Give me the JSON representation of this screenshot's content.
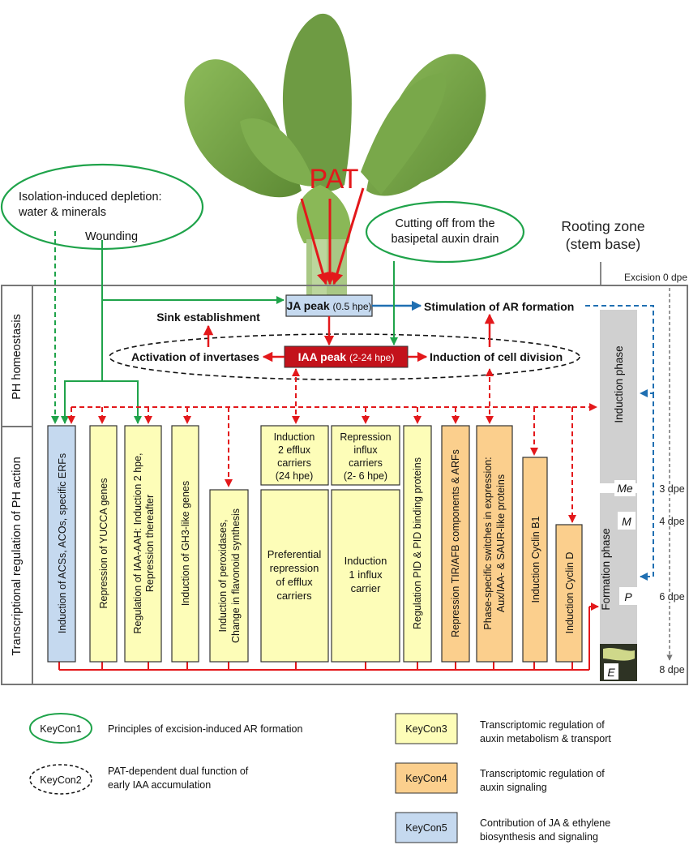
{
  "plant": {
    "pat_label": "PAT"
  },
  "header": {
    "rooting_zone": [
      "Rooting zone",
      "(stem base)"
    ],
    "excision": "Excision 0 dpe"
  },
  "keycon1_boxes": {
    "isolation": [
      "Isolation-induced depletion:",
      "water & minerals"
    ],
    "wounding": "Wounding",
    "cutting": [
      "Cutting off from the",
      "basipetal auxin drain"
    ]
  },
  "row_labels": {
    "ph_homeostasis": "PH homeostasis",
    "transcriptional": "Transcriptional regulation of PH action"
  },
  "homeostasis": {
    "ja_peak": "JA peak",
    "ja_peak_time": "(0.5 hpe)",
    "iaa_peak": "IAA peak",
    "iaa_peak_time": "(2-24 hpe)",
    "stimulation": "Stimulation of AR formation",
    "sink": "Sink establishment",
    "invertases": "Activation of invertases",
    "cell_division": "Induction of cell division"
  },
  "genes": [
    {
      "lines": [
        "Induction of ACSs, ACOs, specific ERFs"
      ],
      "keycon": "KeyCon5",
      "color": "#c5d9ef"
    },
    {
      "lines": [
        "Repression of YUCCA genes"
      ],
      "keycon": "KeyCon3",
      "color": "#fdfdb8"
    },
    {
      "lines": [
        "Regulation of IAA-AAH: Induction 2 hpe,",
        "Repression thereafter"
      ],
      "keycon": "KeyCon3",
      "color": "#fdfdb8"
    },
    {
      "lines": [
        "Induction of GH3-like genes"
      ],
      "keycon": "KeyCon3",
      "color": "#fdfdb8"
    },
    {
      "lines": [
        "Induction of peroxidases,",
        "Change in flavonoid synthesis"
      ],
      "keycon": "KeyCon3",
      "color": "#fdfdb8"
    },
    {
      "lines": [
        "Regulation PID & PID binding proteins"
      ],
      "keycon": "KeyCon3",
      "color": "#fdfdb8"
    },
    {
      "lines": [
        "Repression TIR/AFB components  &  ARFs"
      ],
      "keycon": "KeyCon4",
      "color": "#fbcf8d"
    },
    {
      "lines": [
        "Phase-specific switches in expression:",
        "Aux/IAA- & SAUR-like proteins"
      ],
      "keycon": "KeyCon4",
      "color": "#fbcf8d"
    },
    {
      "lines": [
        "Induction Cyclin B1"
      ],
      "keycon": "KeyCon4",
      "color": "#fbcf8d"
    },
    {
      "lines": [
        "Induction Cyclin D"
      ],
      "keycon": "KeyCon4",
      "color": "#fbcf8d"
    }
  ],
  "carriers": {
    "efflux_top": [
      "Induction",
      "2 efflux",
      "carriers",
      "(24 hpe)"
    ],
    "influx_top": [
      "Repression",
      "influx",
      "carriers",
      "(2- 6 hpe)"
    ],
    "efflux_bottom": [
      "Preferential",
      "repression",
      "of efflux",
      "carriers"
    ],
    "influx_bottom": [
      "Induction",
      "1 influx",
      "carrier"
    ]
  },
  "phases": {
    "induction": "Induction phase",
    "formation": "Formation phase",
    "me": "Me",
    "m": "M",
    "p": "P",
    "e": "E"
  },
  "timeline": [
    "3 dpe",
    "4 dpe",
    "6 dpe",
    "8 dpe"
  ],
  "legend": [
    {
      "key": "KeyCon1",
      "style": "green-ellipse",
      "text": [
        "Principles of excision-induced AR formation"
      ]
    },
    {
      "key": "KeyCon2",
      "style": "dashed-ellipse",
      "text": [
        "PAT-dependent dual function of",
        "early IAA accumulation"
      ]
    },
    {
      "key": "KeyCon3",
      "style": "box",
      "color": "#fdfdb8",
      "text": [
        "Transcriptomic regulation of",
        "auxin metabolism & transport"
      ]
    },
    {
      "key": "KeyCon4",
      "style": "box",
      "color": "#fbcf8d",
      "text": [
        "Transcriptomic regulation of",
        "auxin signaling"
      ]
    },
    {
      "key": "KeyCon5",
      "style": "box",
      "color": "#c5d9ef",
      "text": [
        "Contribution of JA & ethylene",
        "biosynthesis and signaling"
      ]
    }
  ],
  "colors": {
    "green": "#1fa34a",
    "red": "#e3181b",
    "blue": "#1f6fb2",
    "dark_red": "#c3121b"
  }
}
